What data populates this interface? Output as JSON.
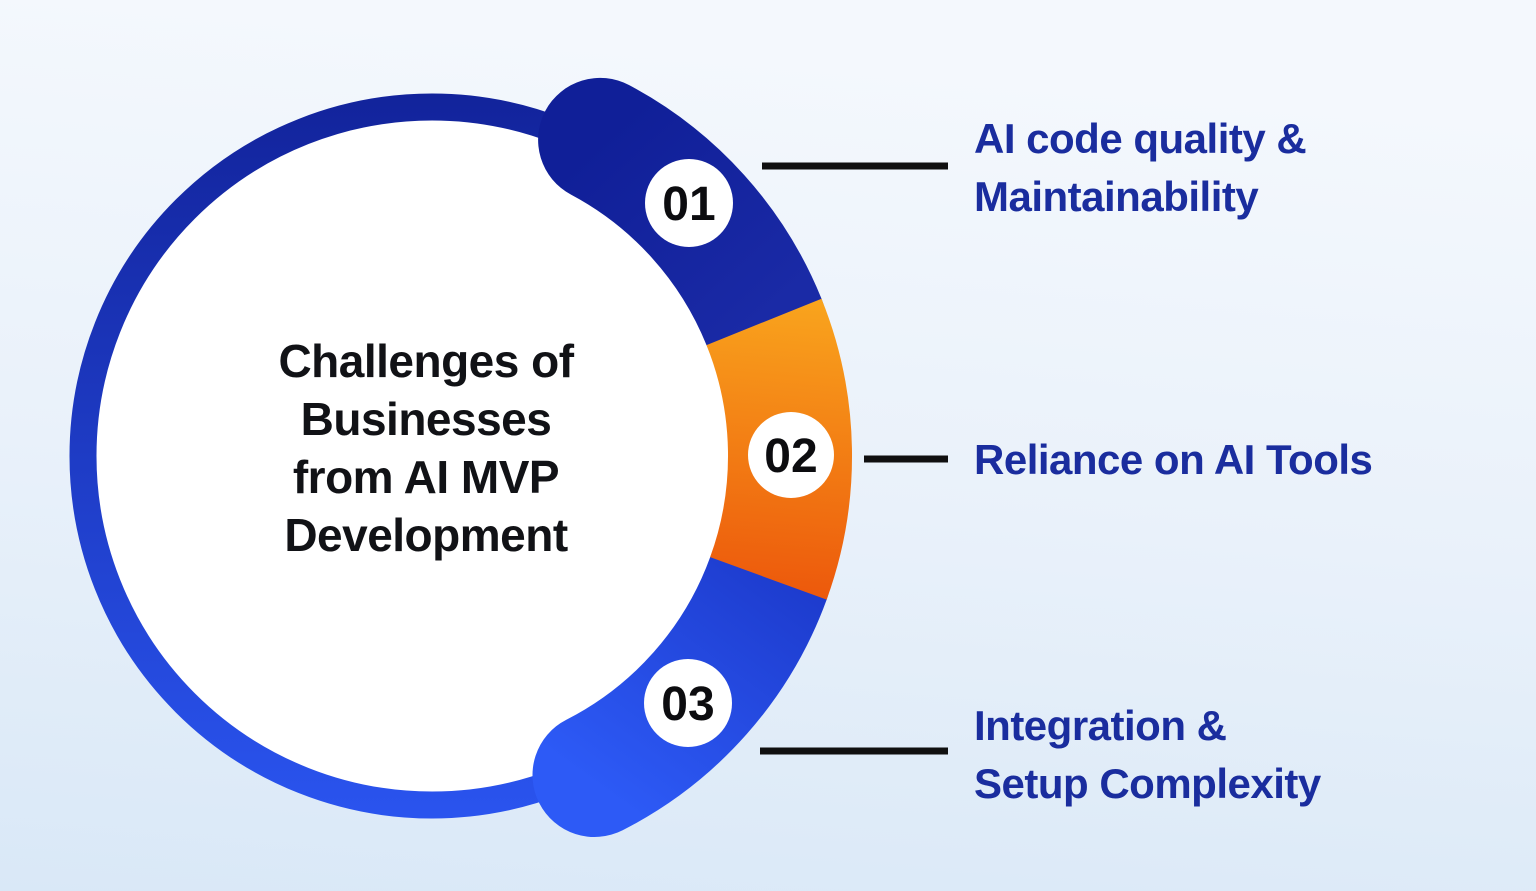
{
  "background": {
    "gradient_top": "#f4f8fd",
    "gradient_mid": "#e9f1fa",
    "gradient_bottom": "#d9e8f7"
  },
  "diagram": {
    "center_title_lines": [
      "Challenges of",
      "Businesses",
      "from AI MVP",
      "Development"
    ],
    "center_title_full": "Challenges of Businesses from AI MVP Development",
    "ring_color_top": "#12239b",
    "ring_color_bottom": "#2a54ef",
    "inner_circle_color": "#ffffff"
  },
  "steps": [
    {
      "number": "01",
      "label": "AI code quality & Maintainability",
      "label_lines": [
        "AI code quality &",
        "Maintainability"
      ],
      "color_start": "#101f98",
      "color_end": "#1a2aa6"
    },
    {
      "number": "02",
      "label": "Reliance on AI Tools",
      "label_lines": [
        "Reliance on AI Tools"
      ],
      "color_start": "#f9a41d",
      "color_end": "#ec560b"
    },
    {
      "number": "03",
      "label": "Integration & Setup Complexity",
      "label_lines": [
        "Integration &",
        "Setup Complexity"
      ],
      "color_start": "#1d3bcd",
      "color_end": "#2d5af6"
    }
  ],
  "colors": {
    "label_text": "#1a2d9e",
    "center_text": "#111216",
    "connector_line": "#101010",
    "badge_background": "#ffffff",
    "badge_text": "#0c0c0f"
  }
}
